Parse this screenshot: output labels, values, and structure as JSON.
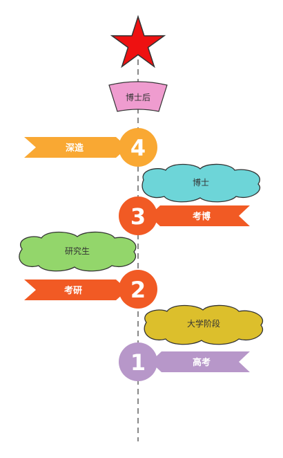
{
  "diagram": {
    "top_shape": "star",
    "colors": {
      "star": "#ee1111",
      "postdoc": "#ef9ccf",
      "orange_light": "#f9a833",
      "orange_dark": "#f15a24",
      "purple": "#b797c9",
      "cloud_blue": "#6dd5d8",
      "cloud_green": "#93d66b",
      "cloud_yellow": "#dcbf2c",
      "timeline": "#888888"
    },
    "postdoc": {
      "label": "博士后"
    },
    "steps": [
      {
        "number": "4",
        "tag": "深造"
      },
      {
        "number": "3",
        "tag": "考博"
      },
      {
        "number": "2",
        "tag": "考研"
      },
      {
        "number": "1",
        "tag": "高考"
      }
    ],
    "clouds": [
      {
        "label": "博士"
      },
      {
        "label": "研究生"
      },
      {
        "label": "大学阶段"
      }
    ]
  }
}
